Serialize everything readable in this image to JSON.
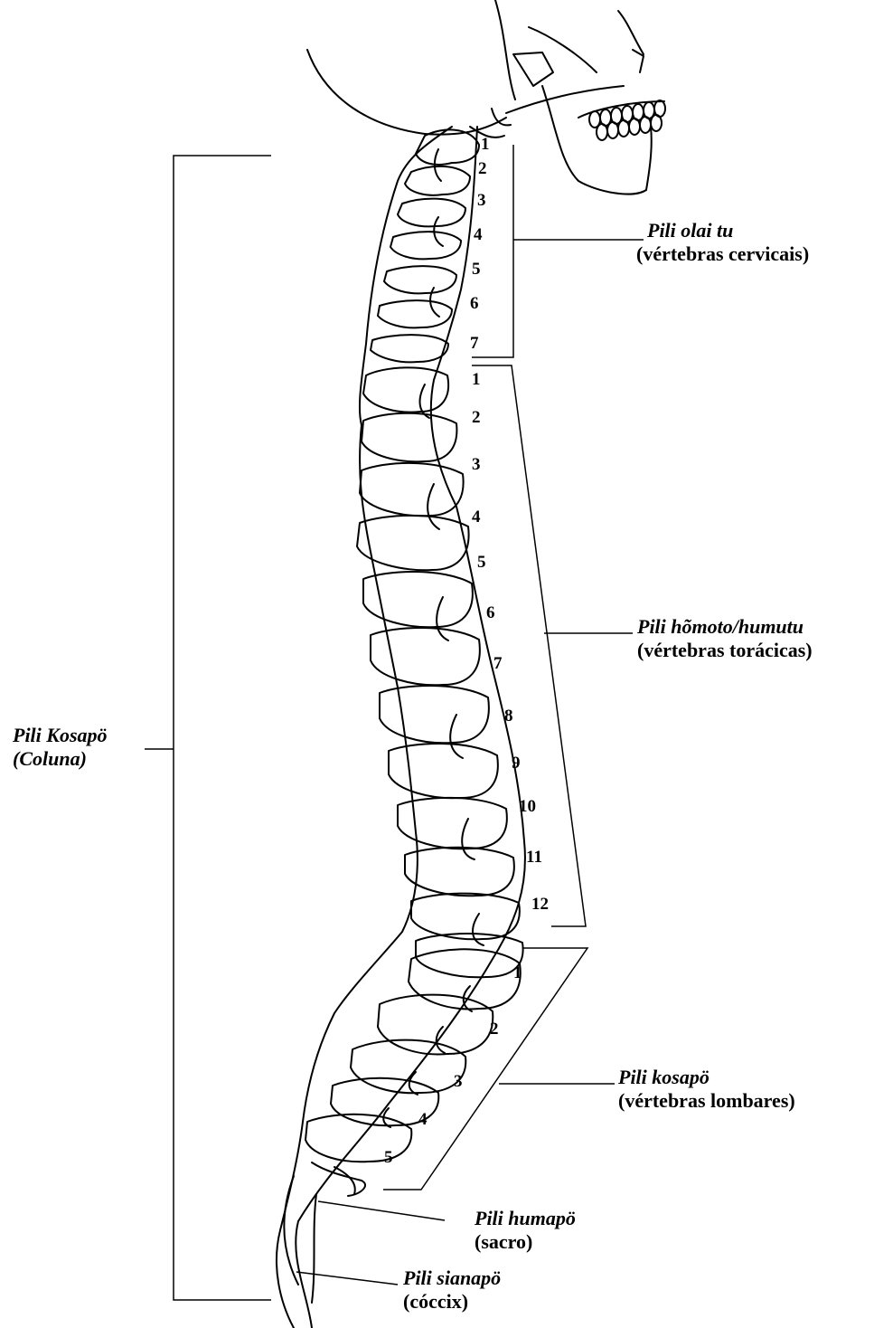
{
  "labels": {
    "column": {
      "name": "Pili Kosapö",
      "translation": "(Coluna)"
    },
    "cervical": {
      "name": "Pili olai tu",
      "translation": "(vértebras cervicais)"
    },
    "thoracic": {
      "name": "Pili hõmoto/humutu",
      "translation": "(vértebras torácicas)"
    },
    "lumbar": {
      "name": "Pili kosapö",
      "translation": "(vértebras lombares)"
    },
    "sacrum": {
      "name": "Pili humapö",
      "translation": "(sacro)"
    },
    "coccyx": {
      "name": "Pili sianapö",
      "translation": "(cóccix)"
    }
  },
  "numbers": {
    "cervical": [
      "1",
      "2",
      "3",
      "4",
      "5",
      "6",
      "7"
    ],
    "thoracic": [
      "1",
      "2",
      "3",
      "4",
      "5",
      "6",
      "7",
      "8",
      "9",
      "10",
      "11",
      "12"
    ],
    "lumbar": [
      "1",
      "2",
      "3",
      "4",
      "5"
    ]
  }
}
